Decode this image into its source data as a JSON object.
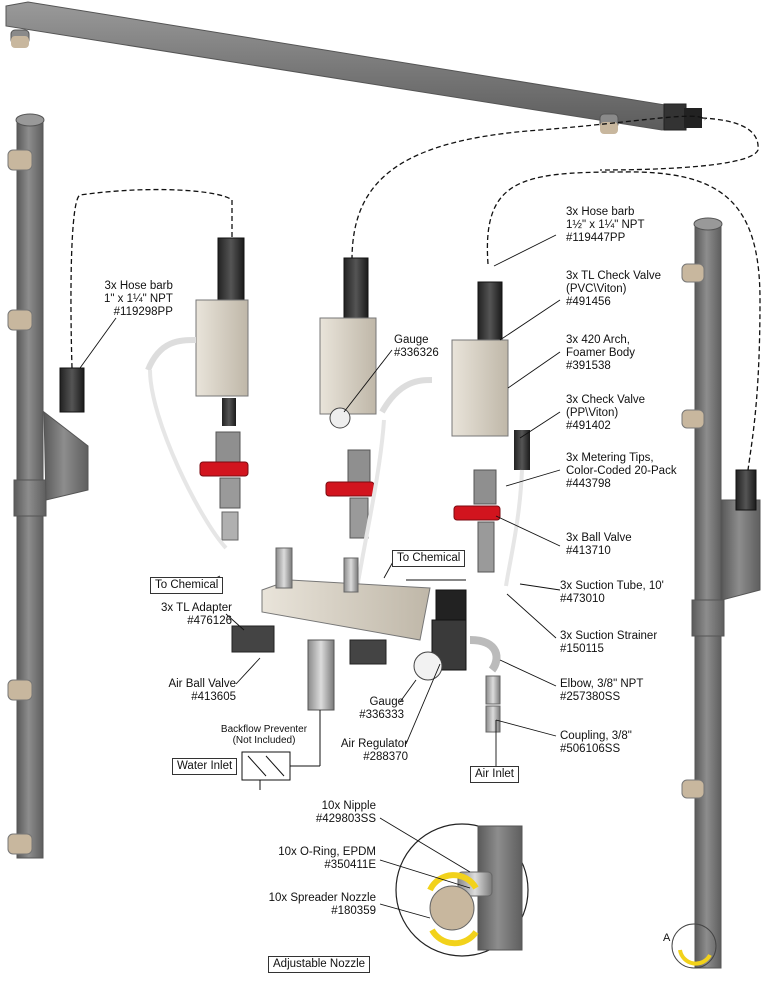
{
  "labels": {
    "hose_barb_1": {
      "qty_name": "3x Hose barb",
      "spec": "1\" x 1¼\" NPT",
      "part": "#119298PP"
    },
    "hose_barb_2": {
      "qty_name": "3x Hose barb",
      "spec": "1½\" x 1¼\" NPT",
      "part": "#119447PP"
    },
    "tl_check_valve": {
      "qty_name": "3x TL Check Valve",
      "spec": "(PVC\\Viton)",
      "part": "#491456"
    },
    "arch_body": {
      "qty_name": "3x 420 Arch,",
      "spec": "Foamer Body",
      "part": "#391538"
    },
    "gauge_top": {
      "name": "Gauge",
      "part": "#336326"
    },
    "check_valve": {
      "qty_name": "3x Check Valve",
      "spec": "(PP\\Viton)",
      "part": "#491402"
    },
    "metering_tips": {
      "qty_name": "3x Metering Tips,",
      "spec": "Color-Coded 20-Pack",
      "part": "#443798"
    },
    "ball_valve": {
      "qty_name": "3x Ball Valve",
      "part": "#413710"
    },
    "to_chemical_right": "To Chemical",
    "to_chemical_left": "To Chemical",
    "suction_tube": {
      "qty_name": "3x Suction Tube, 10'",
      "part": "#473010"
    },
    "tl_adapter": {
      "qty_name": "3x TL Adapter",
      "part": "#476126"
    },
    "suction_strainer": {
      "qty_name": "3x Suction Strainer",
      "part": "#150115"
    },
    "air_ball_valve": {
      "name": "Air Ball Valve",
      "part": "#413605"
    },
    "elbow": {
      "name": "Elbow, 3/8\" NPT",
      "part": "#257380SS"
    },
    "gauge_bottom": {
      "name": "Gauge",
      "part": "#336333"
    },
    "backflow": {
      "line1": "Backflow Preventer",
      "line2": "(Not Included)"
    },
    "air_regulator": {
      "name": "Air Regulator",
      "part": "#288370"
    },
    "coupling": {
      "name": "Coupling, 3/8\"",
      "part": "#506106SS"
    },
    "water_inlet": "Water Inlet",
    "air_inlet": "Air Inlet",
    "nipple": {
      "qty_name": "10x Nipple",
      "part": "#429803SS"
    },
    "o_ring": {
      "qty_name": "10x O-Ring, EPDM",
      "part": "#350411E"
    },
    "spreader_nozzle": {
      "qty_name": "10x Spreader Nozzle",
      "part": "#180359"
    },
    "adjustable_nozzle": "Adjustable Nozzle",
    "detail_marker": "A"
  },
  "colors": {
    "pipe": "#7b7b7b",
    "pipe_dark": "#5a5a5a",
    "body": "#d8d2c6",
    "handle": "#d2141e",
    "tan": "#c8b79e",
    "arrow_yellow": "#f2d21b"
  }
}
